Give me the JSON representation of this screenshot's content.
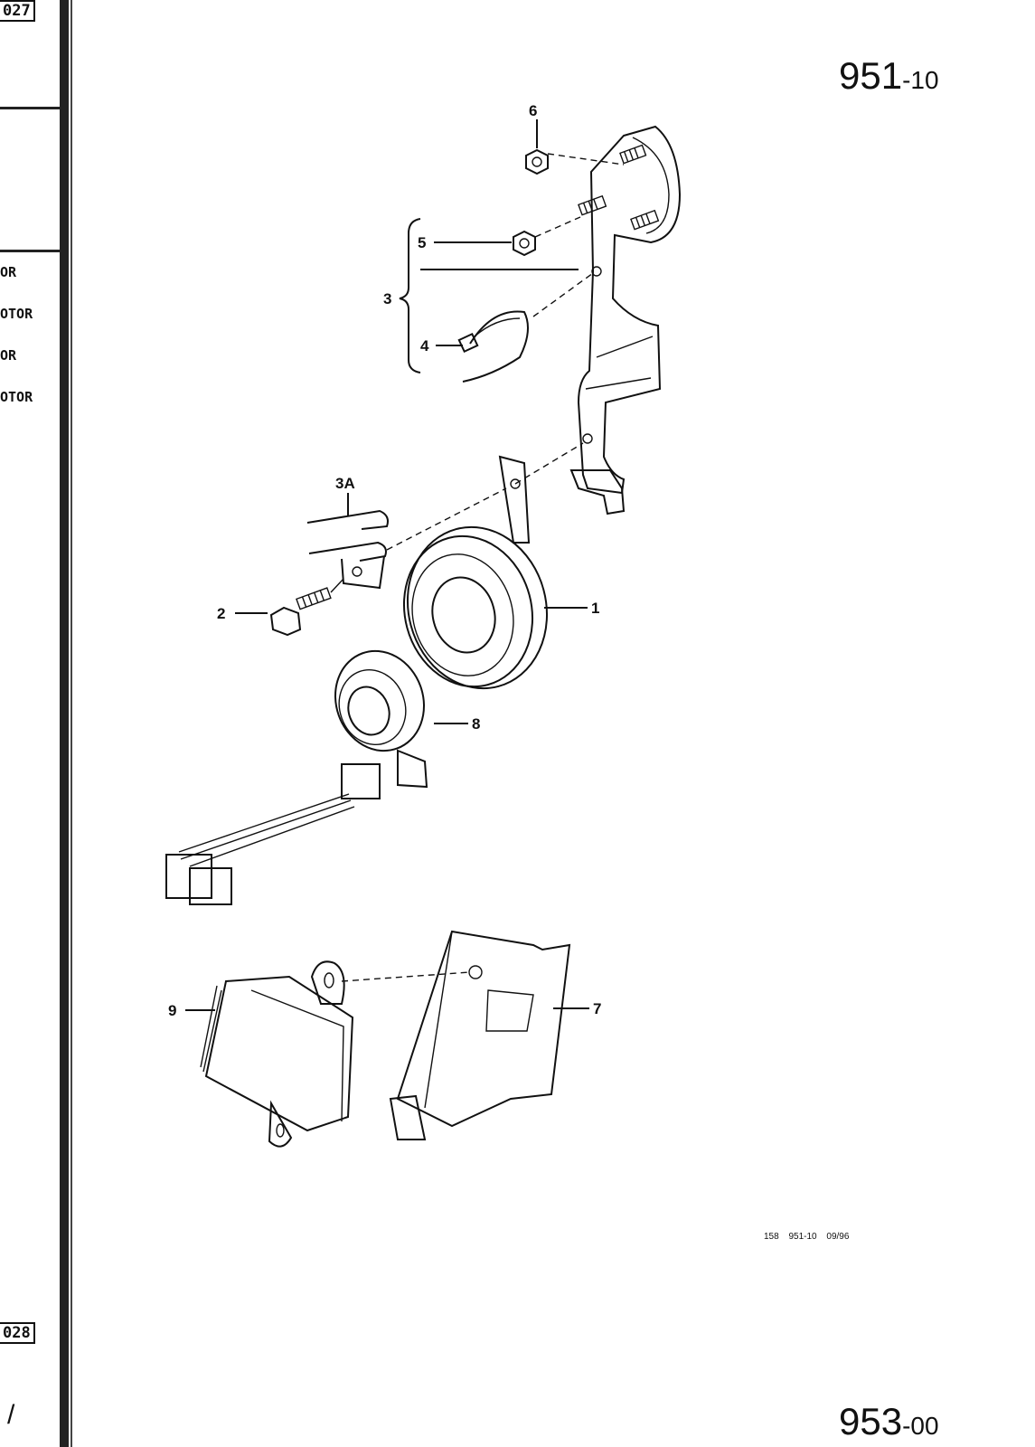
{
  "sidebar": {
    "ref_top": "027",
    "ref_bottom": "028",
    "labels": [
      "OR",
      "OTOR",
      "OR",
      "OTOR"
    ],
    "bottom_mark": "/"
  },
  "header": {
    "page_number_main": "951",
    "page_number_sub": "-10"
  },
  "footer": {
    "code": "158  951-10  09/96",
    "next_page_main": "953",
    "next_page_sub": "-00"
  },
  "callouts": {
    "c1": "1",
    "c2": "2",
    "c3": "3",
    "c3a": "3A",
    "c4": "4",
    "c5": "5",
    "c6": "6",
    "c7": "7",
    "c8": "8",
    "c9": "9"
  }
}
